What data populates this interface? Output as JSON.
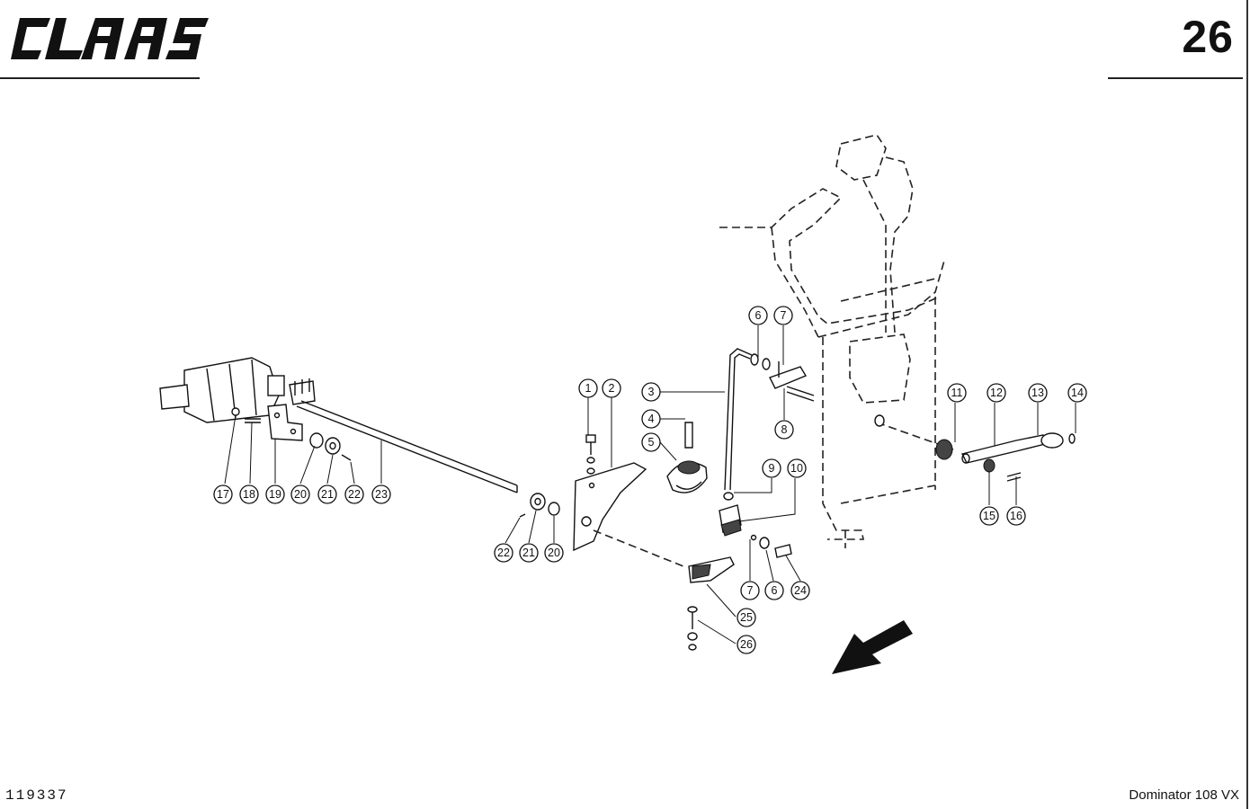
{
  "header": {
    "brand": "CLAAS",
    "page_number": "26"
  },
  "footer": {
    "drawing_number": "119337",
    "model": "Dominator 108 VX"
  },
  "callouts": [
    "1",
    "2",
    "3",
    "4",
    "5",
    "6",
    "7",
    "8",
    "9",
    "10",
    "11",
    "12",
    "13",
    "14",
    "15",
    "16",
    "17",
    "18",
    "19",
    "20",
    "21",
    "22",
    "23",
    "24",
    "25",
    "26",
    "22",
    "21",
    "20",
    "7",
    "6"
  ],
  "colors": {
    "ink": "#111111",
    "paper": "#ffffff"
  }
}
